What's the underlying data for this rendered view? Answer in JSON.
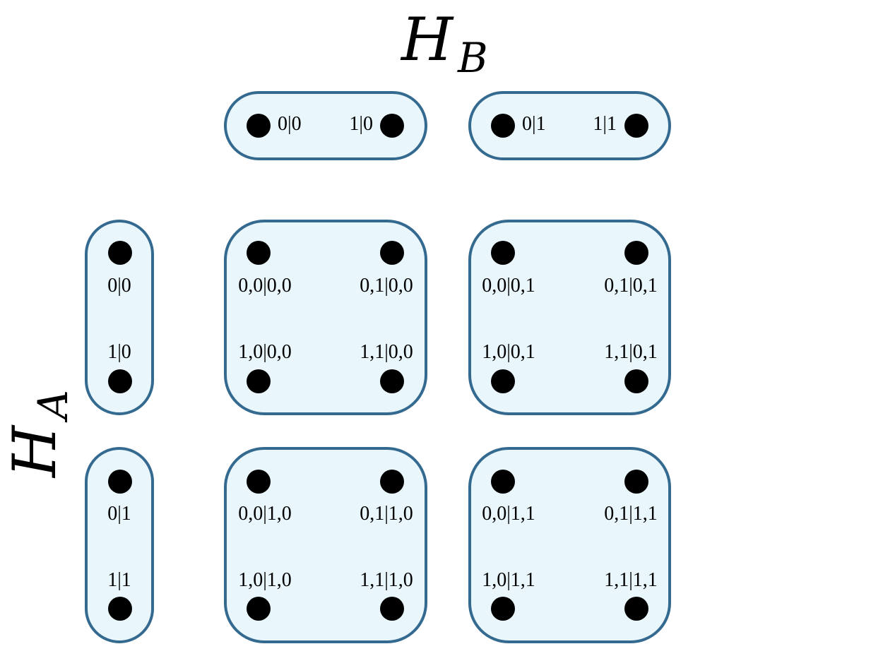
{
  "titles": {
    "top": {
      "main": "H",
      "sub": "B"
    },
    "side": {
      "main": "H",
      "sub": "A"
    }
  },
  "colors": {
    "box_fill": "#e9f6fc",
    "box_stroke": "#356a90",
    "dot": "#000000"
  },
  "hb_groups": [
    {
      "left_label": "0|0",
      "right_label": "1|0"
    },
    {
      "left_label": "0|1",
      "right_label": "1|1"
    }
  ],
  "ha_groups": [
    {
      "top_label": "0|0",
      "bottom_label": "1|0"
    },
    {
      "top_label": "0|1",
      "bottom_label": "1|1"
    }
  ],
  "product_groups": [
    {
      "labels": [
        "0,0|0,0",
        "0,1|0,0",
        "1,0|0,0",
        "1,1|0,0"
      ]
    },
    {
      "labels": [
        "0,0|0,1",
        "0,1|0,1",
        "1,0|0,1",
        "1,1|0,1"
      ]
    },
    {
      "labels": [
        "0,0|1,0",
        "0,1|1,0",
        "1,0|1,0",
        "1,1|1,0"
      ]
    },
    {
      "labels": [
        "0,0|1,1",
        "0,1|1,1",
        "1,0|1,1",
        "1,1|1,1"
      ]
    }
  ]
}
